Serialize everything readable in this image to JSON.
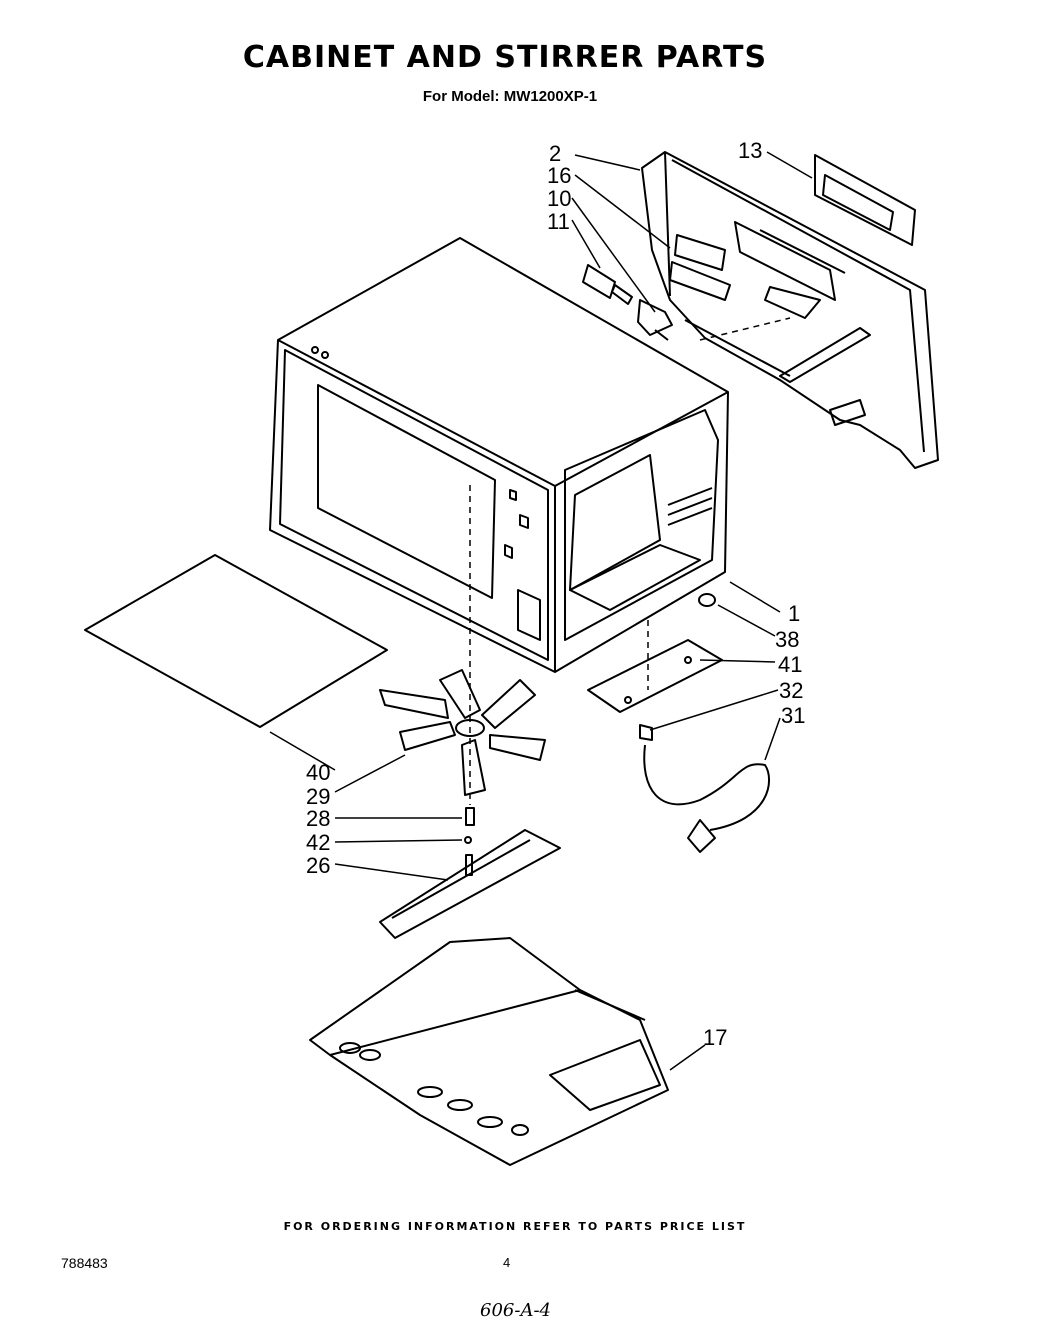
{
  "header": {
    "title": "CABINET AND STIRRER PARTS",
    "model_line": "For Model: MW1200XP-1"
  },
  "callouts": {
    "c1": "1",
    "c2": "2",
    "c10": "10",
    "c11": "11",
    "c13": "13",
    "c16": "16",
    "c17": "17",
    "c26": "26",
    "c28": "28",
    "c29": "29",
    "c31": "31",
    "c32": "32",
    "c38": "38",
    "c40": "40",
    "c41": "41",
    "c42": "42"
  },
  "footer": {
    "ordering_note": "FOR ORDERING INFORMATION REFER TO PARTS PRICE LIST",
    "doc_number": "788483",
    "page_number": "4",
    "handwritten_note": "606-A-4"
  }
}
